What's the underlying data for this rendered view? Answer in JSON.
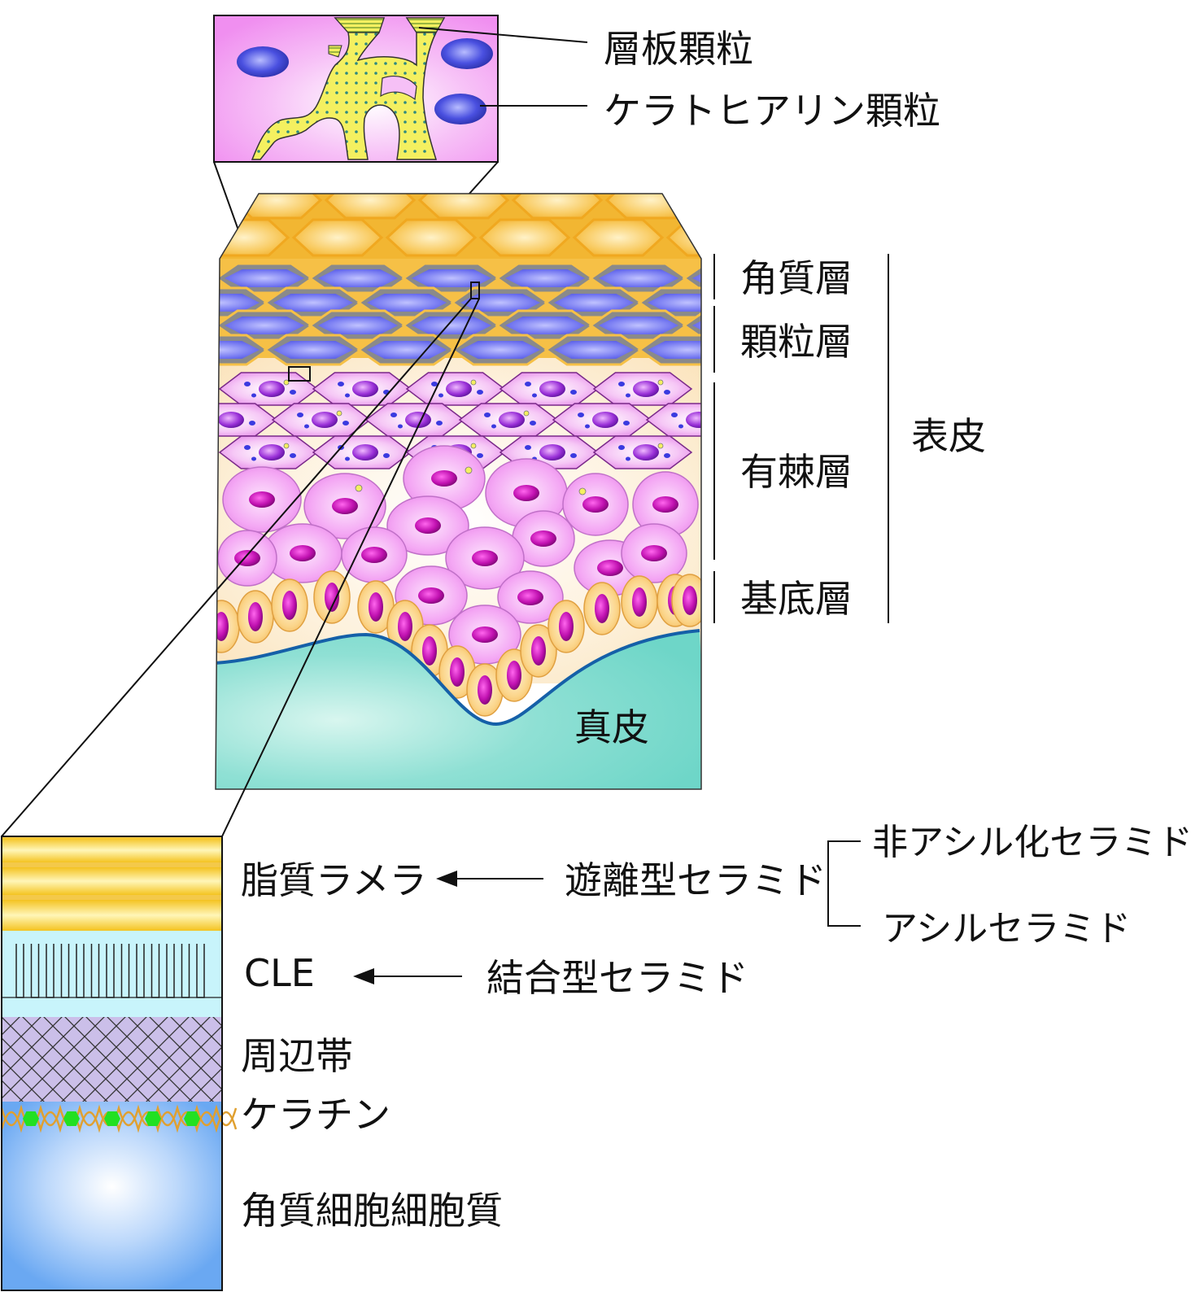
{
  "inset_top": {
    "labels": {
      "lamellar_granule": "層板顆粒",
      "keratohyalin_granule": "ケラトヒアリン顆粒"
    }
  },
  "layers": {
    "stratum_corneum": "角質層",
    "stratum_granulosum": "顆粒層",
    "stratum_spinosum": "有棘層",
    "stratum_basale": "基底層",
    "epidermis": "表皮",
    "dermis": "真皮"
  },
  "inset_bottom": {
    "labels": {
      "lipid_lamellae": "脂質ラメラ",
      "cle": "CLE",
      "cornified_envelope": "周辺帯",
      "keratin": "ケラチン",
      "corneocyte_cytoplasm": "角質細胞細胞質"
    }
  },
  "ceramides": {
    "free": "遊離型セラミド",
    "non_acyl": "非アシル化セラミド",
    "acyl": "アシルセラミド",
    "bound": "結合型セラミド"
  },
  "colors": {
    "corneum_orange": "#f2b632",
    "granulosum_blue": "#6b6ff0",
    "spinosum_purple": "#e58ee8",
    "basal_orange": "#f7c670",
    "nucleus_magenta": "#b3109e",
    "dermis_teal": "#7fdcd0",
    "membrane_line": "#1560a8",
    "inset_pink": "#f28ef2",
    "lamella_yellow": "#f6d63a",
    "cle_cyan": "#c8f4fb",
    "envelope_purple": "#c6b8e8",
    "cytoplasm_blue": "#7ab4f4",
    "keratin_green": "#22e022"
  }
}
